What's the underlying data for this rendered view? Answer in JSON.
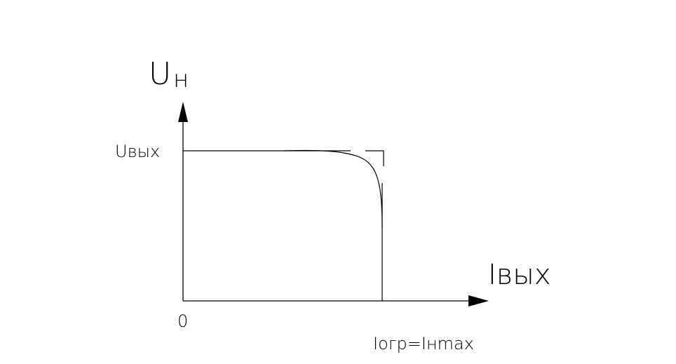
{
  "diagram": {
    "y_axis_label_main": "U",
    "y_axis_label_sub": "н",
    "y_level_label": "Uвых",
    "origin_label": "0",
    "x_axis_label": "Iвых",
    "x_limit_label": "Iогр=Iнmax",
    "line_color": "#000000"
  }
}
